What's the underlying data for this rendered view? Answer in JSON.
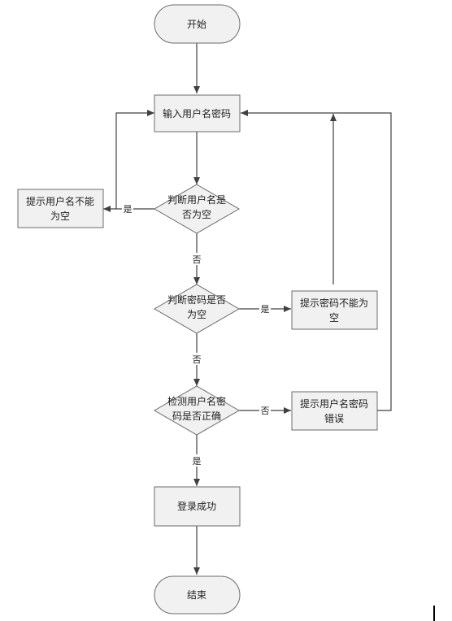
{
  "nodes": {
    "start": "开始",
    "input": "输入用户名密码",
    "check_user": [
      "判断用户名是",
      "否为空"
    ],
    "prompt_user": [
      "提示用户名不能",
      "为空"
    ],
    "check_pwd": [
      "判断密码是否",
      "为空"
    ],
    "prompt_pwd": [
      "提示密码不能为",
      "空"
    ],
    "verify": [
      "检测用户名密",
      "码是否正确"
    ],
    "prompt_error": [
      "提示用户名密码",
      "错误"
    ],
    "success": "登录成功",
    "end": "结束"
  },
  "edge_labels": {
    "user_yes": "是",
    "user_no": "否",
    "pwd_yes": "是",
    "pwd_no": "否",
    "verify_no": "否",
    "verify_yes": "是"
  },
  "colors": {
    "shape_fill": "#f1f1f1",
    "shape_stroke": "#6b6b6b",
    "line": "#404040"
  }
}
